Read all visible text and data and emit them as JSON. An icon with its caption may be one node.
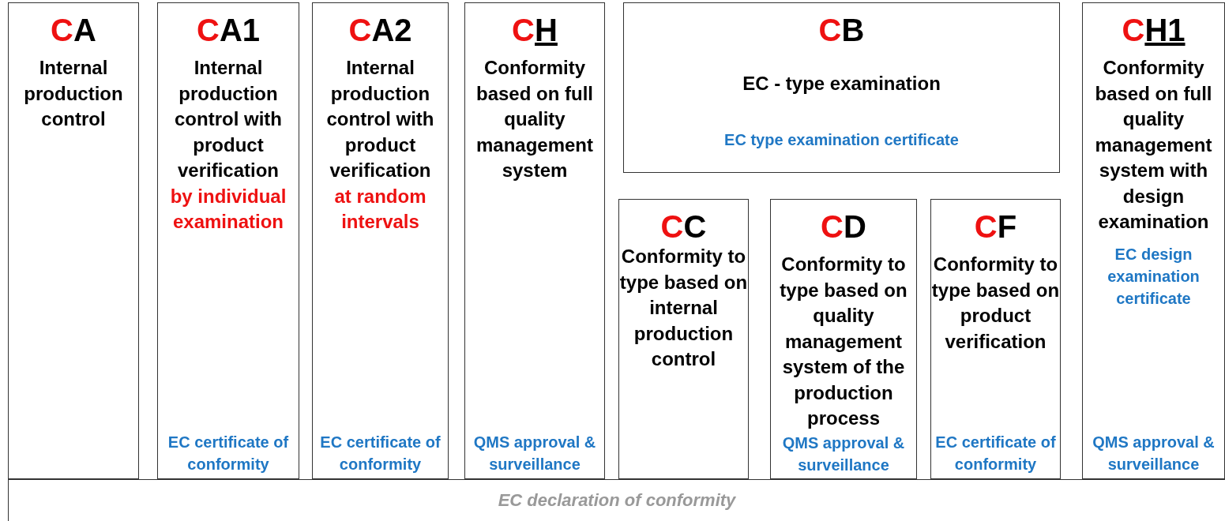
{
  "diagram": {
    "nodes": [
      {
        "text": [
          "CA",
          "Internal production control"
        ]
      },
      {
        "text": [
          "CA1",
          "Internal production control with product verification",
          "by individual examination",
          "EC certificate of conformity"
        ]
      },
      {
        "text": [
          "CA2",
          "Internal production control with product verification",
          "at random intervals",
          "EC certificate of conformity"
        ]
      },
      {
        "text": [
          "CH",
          "Conformity based on full quality management system",
          "QMS approval & surveillance"
        ]
      },
      {
        "text": [
          "CB",
          "EC - type examination",
          "EC type examination certificate"
        ]
      },
      {
        "text": [
          "CC",
          "Conformity to type based on internal production control"
        ]
      },
      {
        "text": [
          "CD",
          "Conformity to type based on quality management system of the production process",
          "QMS approval & surveillance"
        ]
      },
      {
        "text": [
          "CF",
          "Conformity to type based on product verification",
          "EC certificate of conformity"
        ]
      },
      {
        "text": [
          "CH1",
          "Conformity based on full quality management system with design examination",
          "EC design examination certificate",
          "QMS approval & surveillance"
        ]
      },
      {
        "text": [
          "EC declaration of conformity"
        ]
      }
    ],
    "edges": []
  }
}
